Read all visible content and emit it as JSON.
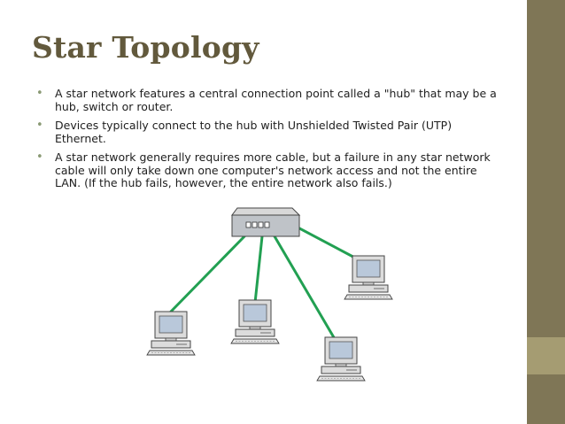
{
  "slide": {
    "title": "Star Topology",
    "bullets": [
      "A star network features a central connection point called a \"hub\" that may be a hub, switch or router.",
      "Devices typically connect to the hub with Unshielded Twisted Pair (UTP) Ethernet.",
      "A star network generally requires more cable, but a failure in any star network cable will only take down one computer's network access and not the entire LAN. (If the hub fails, however, the entire network also fails.)"
    ]
  },
  "diagram": {
    "hub_icon": "network-hub-icon",
    "computer_icon": "desktop-computer-icon",
    "cable_color": "#22a052"
  },
  "colors": {
    "title": "#62593c",
    "sidebar": "#7f7656",
    "sidebar_accent": "#a59c72",
    "bullet_marker": "#8a9a74"
  }
}
